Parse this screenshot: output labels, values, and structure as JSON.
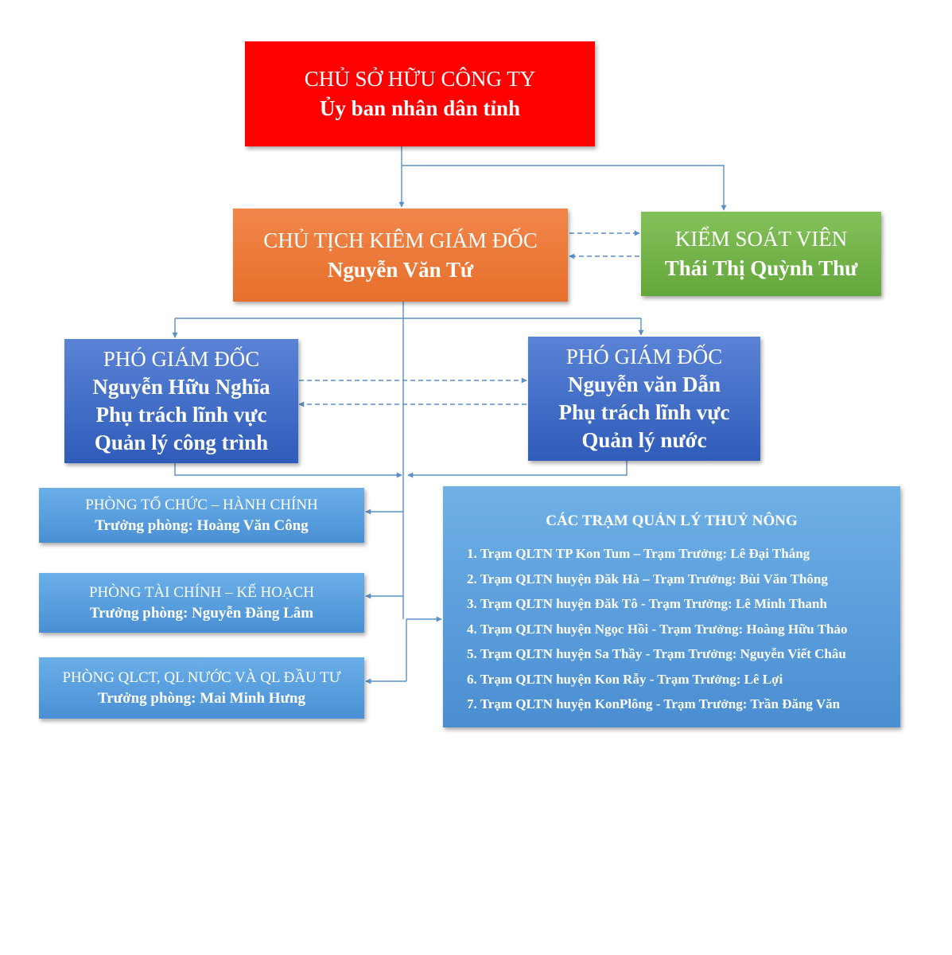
{
  "colors": {
    "owner": "#ff0000",
    "chair": "#e76f2b",
    "controller": "#64a73c",
    "vice_director": "#2f5cba",
    "department": "#4a8fd4",
    "stations": "#4a8ed2",
    "connector": "#5b8fc7"
  },
  "owner": {
    "title": "CHỦ SỞ HỮU CÔNG TY",
    "name": "Ủy ban nhân dân tỉnh"
  },
  "chairman": {
    "title": "CHỦ TỊCH KIÊM GIÁM ĐỐC",
    "name": "Nguyễn Văn Tứ"
  },
  "controller": {
    "title": "KIỂM SOÁT VIÊN",
    "name": "Thái Thị Quỳnh Thư"
  },
  "vice_directors": [
    {
      "title": "PHÓ GIÁM ĐỐC",
      "name": "Nguyễn Hữu Nghĩa",
      "role": "Phụ trách lĩnh vực",
      "area": "Quản lý công trình"
    },
    {
      "title": "PHÓ GIÁM ĐỐC",
      "name": "Nguyễn văn Dẫn",
      "role": "Phụ trách lĩnh vực",
      "area": "Quản lý nước"
    }
  ],
  "departments": [
    {
      "title": "PHÒNG TỔ CHỨC – HÀNH CHÍNH",
      "head": "Trưởng phòng: Hoàng Văn Công"
    },
    {
      "title": "PHÒNG TÀI CHÍNH – KẾ HOẠCH",
      "head": "Trưởng phòng: Nguyễn Đăng Lâm"
    },
    {
      "title": "PHÒNG QLCT, QL NƯỚC VÀ QL ĐẦU TƯ",
      "head": "Trưởng phòng: Mai Minh Hưng"
    }
  ],
  "stations": {
    "title": "CÁC TRẠM QUẢN LÝ THUỶ NÔNG",
    "items": [
      "1. Trạm QLTN TP Kon Tum – Trạm Trưởng: Lê Đại Thắng",
      "2. Trạm QLTN huyện Đăk Hà – Trạm Trưởng: Bùi Văn Thông",
      "3. Trạm QLTN huyện Đăk Tô - Trạm Trưởng: Lê Minh Thanh",
      "4. Trạm QLTN huyện Ngọc Hồi - Trạm Trưởng: Hoàng Hữu Thảo",
      "5. Trạm QLTN huyện Sa Thầy - Trạm Trưởng: Nguyễn Viết Châu",
      "6. Trạm QLTN huyện Kon Rẫy - Trạm Trưởng: Lê Lợi",
      "7. Trạm QLTN huyện KonPlông - Trạm Trưởng: Trần Đăng Văn"
    ]
  }
}
